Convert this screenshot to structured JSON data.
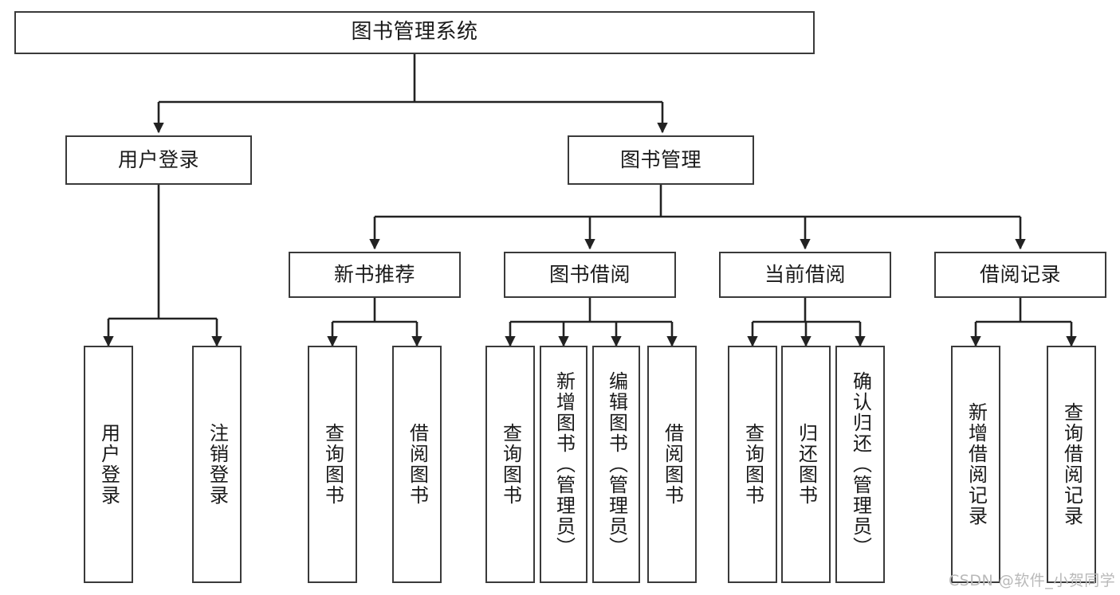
{
  "diagram": {
    "title": "图书管理系统",
    "type": "tree-hierarchy-chart",
    "watermark": "CSDN @软件_小贺同学",
    "colors": {
      "box_border": "#3a3a3a",
      "box_fill": "#ffffff",
      "edge": "#222222",
      "text": "#1a1a1a",
      "watermark": "#b9b9b9"
    },
    "nodes": {
      "root": {
        "label": "图书管理系统"
      },
      "level1": [
        {
          "id": "user-login",
          "label": "用户登录"
        },
        {
          "id": "book-manage",
          "label": "图书管理"
        }
      ],
      "level2": [
        {
          "id": "new-book-rec",
          "label": "新书推荐"
        },
        {
          "id": "book-borrow",
          "label": "图书借阅"
        },
        {
          "id": "current-borrow",
          "label": "当前借阅"
        },
        {
          "id": "borrow-record",
          "label": "借阅记录"
        }
      ],
      "leaves": {
        "user_login": [
          {
            "id": "leaf-user-login",
            "label": "用户登录"
          },
          {
            "id": "leaf-logout-login",
            "label": "注销登录"
          }
        ],
        "new_book_rec": [
          {
            "id": "leaf-query-book-1",
            "label": "查询图书"
          },
          {
            "id": "leaf-borrow-book-1",
            "label": "借阅图书"
          }
        ],
        "book_borrow": [
          {
            "id": "leaf-query-book-2",
            "label": "查询图书"
          },
          {
            "id": "leaf-add-book",
            "label": "新增图书（管理员）"
          },
          {
            "id": "leaf-edit-book",
            "label": "编辑图书（管理员）"
          },
          {
            "id": "leaf-borrow-book-2",
            "label": "借阅图书"
          }
        ],
        "current_borrow": [
          {
            "id": "leaf-query-book-3",
            "label": "查询图书"
          },
          {
            "id": "leaf-return-book",
            "label": "归还图书"
          },
          {
            "id": "leaf-confirm-return",
            "label": "确认归还（管理员）"
          }
        ],
        "borrow_record": [
          {
            "id": "leaf-add-record",
            "label": "新增借阅记录"
          },
          {
            "id": "leaf-query-record",
            "label": "查询借阅记录"
          }
        ]
      }
    }
  }
}
